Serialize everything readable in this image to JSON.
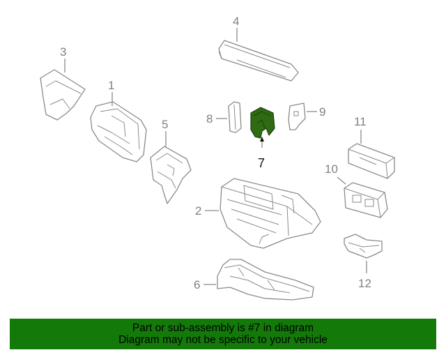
{
  "diagram": {
    "highlight_color": "#2e6b12",
    "callouts": [
      "1",
      "2",
      "3",
      "4",
      "5",
      "6",
      "7",
      "8",
      "9",
      "10",
      "11",
      "12"
    ]
  },
  "banner": {
    "background": "#137a0a",
    "line1": "Part or sub-assembly is #7 in diagram",
    "line2": "Diagram may not be specific to your vehicle"
  }
}
